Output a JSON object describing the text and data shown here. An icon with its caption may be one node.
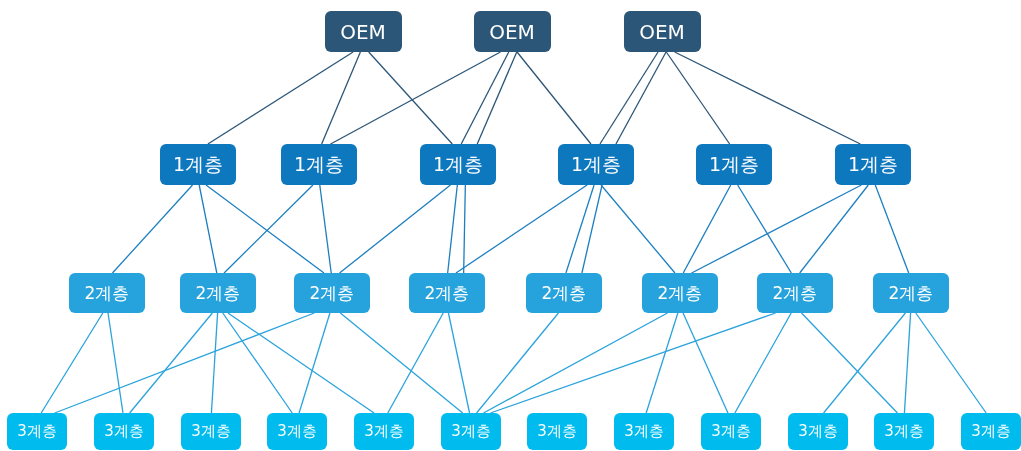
{
  "diagram": {
    "nodes": [
      {
        "text": [
          "OEM"
        ]
      },
      {
        "text": [
          "OEM"
        ]
      },
      {
        "text": [
          "OEM"
        ]
      },
      {
        "text": [
          "1계층"
        ]
      },
      {
        "text": [
          "1계층"
        ]
      },
      {
        "text": [
          "1계층"
        ]
      },
      {
        "text": [
          "1계층"
        ]
      },
      {
        "text": [
          "1계층"
        ]
      },
      {
        "text": [
          "1계층"
        ]
      },
      {
        "text": [
          "2계층"
        ]
      },
      {
        "text": [
          "2계층"
        ]
      },
      {
        "text": [
          "2계층"
        ]
      },
      {
        "text": [
          "2계층"
        ]
      },
      {
        "text": [
          "2계층"
        ]
      },
      {
        "text": [
          "2계층"
        ]
      },
      {
        "text": [
          "2계층"
        ]
      },
      {
        "text": [
          "2계층"
        ]
      },
      {
        "text": [
          "3계층"
        ]
      },
      {
        "text": [
          "3계층"
        ]
      },
      {
        "text": [
          "3계층"
        ]
      },
      {
        "text": [
          "3계층"
        ]
      },
      {
        "text": [
          "3계층"
        ]
      },
      {
        "text": [
          "3계층"
        ]
      },
      {
        "text": [
          "3계층"
        ]
      },
      {
        "text": [
          "3계층"
        ]
      },
      {
        "text": [
          "3계층"
        ]
      },
      {
        "text": [
          "3계층"
        ]
      },
      {
        "text": [
          "3계층"
        ]
      },
      {
        "text": [
          "3계층"
        ]
      }
    ],
    "edges": [
      {
        "from": 0,
        "to": 3,
        "arrow": "none",
        "color": "#2c5678"
      },
      {
        "from": 0,
        "to": 4,
        "arrow": "none",
        "color": "#2c5678"
      },
      {
        "from": 0,
        "to": 5,
        "arrow": "none",
        "color": "#2c5678"
      },
      {
        "from": 1,
        "to": 4,
        "arrow": "none",
        "color": "#2c5678"
      },
      {
        "from": 1,
        "to": 5,
        "arrow": "none",
        "color": "#2c5678"
      },
      {
        "from": 1,
        "to": 5,
        "arrow": "none",
        "color": "#2c5678"
      },
      {
        "from": 1,
        "to": 6,
        "arrow": "none",
        "color": "#2c5678"
      },
      {
        "from": 2,
        "to": 6,
        "arrow": "none",
        "color": "#2c5678"
      },
      {
        "from": 2,
        "to": 6,
        "arrow": "none",
        "color": "#2c5678"
      },
      {
        "from": 2,
        "to": 7,
        "arrow": "none",
        "color": "#2c5678"
      },
      {
        "from": 2,
        "to": 8,
        "arrow": "none",
        "color": "#2c5678"
      },
      {
        "from": 3,
        "to": 9,
        "arrow": "none",
        "color": "#1c7fc0"
      },
      {
        "from": 3,
        "to": 10,
        "arrow": "none",
        "color": "#1c7fc0"
      },
      {
        "from": 3,
        "to": 11,
        "arrow": "none",
        "color": "#1c7fc0"
      },
      {
        "from": 4,
        "to": 10,
        "arrow": "none",
        "color": "#1c7fc0"
      },
      {
        "from": 4,
        "to": 11,
        "arrow": "none",
        "color": "#1c7fc0"
      },
      {
        "from": 5,
        "to": 11,
        "arrow": "none",
        "color": "#1c7fc0"
      },
      {
        "from": 5,
        "to": 12,
        "arrow": "none",
        "color": "#1c7fc0"
      },
      {
        "from": 5,
        "to": 12,
        "arrow": "none",
        "color": "#1c7fc0"
      },
      {
        "from": 6,
        "to": 12,
        "arrow": "none",
        "color": "#1c7fc0"
      },
      {
        "from": 6,
        "to": 13,
        "arrow": "none",
        "color": "#1c7fc0"
      },
      {
        "from": 6,
        "to": 13,
        "arrow": "none",
        "color": "#1c7fc0"
      },
      {
        "from": 6,
        "to": 14,
        "arrow": "none",
        "color": "#1c7fc0"
      },
      {
        "from": 7,
        "to": 14,
        "arrow": "none",
        "color": "#1c7fc0"
      },
      {
        "from": 7,
        "to": 15,
        "arrow": "none",
        "color": "#1c7fc0"
      },
      {
        "from": 8,
        "to": 14,
        "arrow": "none",
        "color": "#1c7fc0"
      },
      {
        "from": 8,
        "to": 15,
        "arrow": "none",
        "color": "#1c7fc0"
      },
      {
        "from": 8,
        "to": 16,
        "arrow": "none",
        "color": "#1c7fc0"
      },
      {
        "from": 9,
        "to": 17,
        "arrow": "none"
      },
      {
        "from": 9,
        "to": 18,
        "arrow": "none"
      },
      {
        "from": 10,
        "to": 18,
        "arrow": "none"
      },
      {
        "from": 10,
        "to": 19,
        "arrow": "none"
      },
      {
        "from": 10,
        "to": 20,
        "arrow": "none"
      },
      {
        "from": 10,
        "to": 21,
        "arrow": "none"
      },
      {
        "from": 11,
        "to": 17,
        "arrow": "none"
      },
      {
        "from": 11,
        "to": 20,
        "arrow": "none"
      },
      {
        "from": 11,
        "to": 22,
        "arrow": "none"
      },
      {
        "from": 12,
        "to": 21,
        "arrow": "none"
      },
      {
        "from": 12,
        "to": 22,
        "arrow": "none"
      },
      {
        "from": 13,
        "to": 22,
        "arrow": "none"
      },
      {
        "from": 14,
        "to": 22,
        "arrow": "none"
      },
      {
        "from": 14,
        "to": 24,
        "arrow": "none"
      },
      {
        "from": 14,
        "to": 25,
        "arrow": "none"
      },
      {
        "from": 15,
        "to": 22,
        "arrow": "none"
      },
      {
        "from": 15,
        "to": 25,
        "arrow": "none"
      },
      {
        "from": 15,
        "to": 27,
        "arrow": "none"
      },
      {
        "from": 16,
        "to": 26,
        "arrow": "none"
      },
      {
        "from": 16,
        "to": 27,
        "arrow": "none"
      },
      {
        "from": 16,
        "to": 28,
        "arrow": "none"
      }
    ]
  }
}
